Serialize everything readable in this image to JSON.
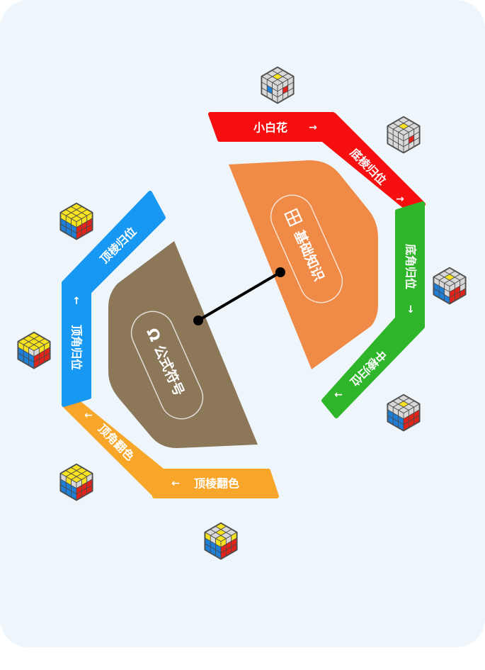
{
  "background_color": "#EEF6FC",
  "hubs": {
    "basics": {
      "label": "基础知识",
      "icon": "grid-icon",
      "color": "#F08A47"
    },
    "notation": {
      "label": "公式符号",
      "icon": "omega-icon",
      "color": "#8C7759"
    }
  },
  "steps": [
    {
      "label": "小白花",
      "arrow": "→",
      "color": "#F70F0F",
      "icon": "rubiks-cube-icon"
    },
    {
      "label": "底棱归位",
      "arrow": "→",
      "color": "#F70F0F",
      "icon": "rubiks-cube-icon"
    },
    {
      "label": "底角归位",
      "arrow": "↓",
      "color": "#2FB52A",
      "icon": "rubiks-cube-icon"
    },
    {
      "label": "中棱归位",
      "arrow": "←",
      "color": "#2FB52A",
      "icon": "rubiks-cube-icon"
    },
    {
      "label": "顶棱翻色",
      "arrow": "←",
      "color": "#F7A62A",
      "icon": "rubiks-cube-icon"
    },
    {
      "label": "顶角翻色",
      "arrow": "←",
      "color": "#F7A62A",
      "icon": "rubiks-cube-icon"
    },
    {
      "label": "顶角归位",
      "arrow": "↑",
      "color": "#1798F2",
      "icon": "rubiks-cube-icon"
    },
    {
      "label": "顶棱归位",
      "arrow": "→",
      "color": "#1798F2",
      "icon": "rubiks-cube-icon"
    }
  ]
}
